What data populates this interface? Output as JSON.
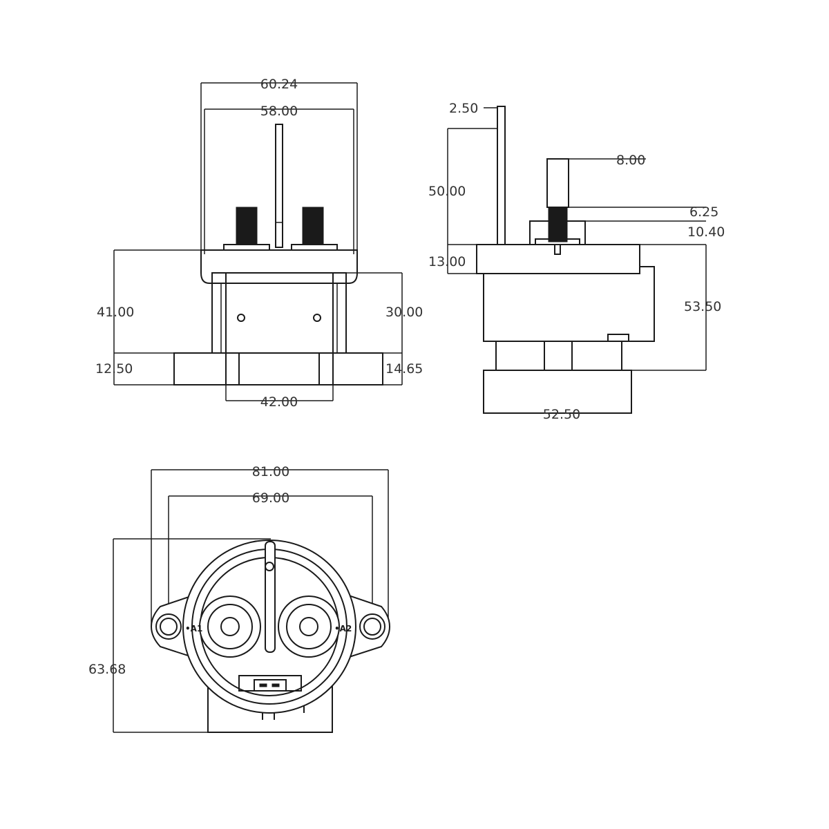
{
  "front_view": {
    "dims": {
      "overall_width": "60.24",
      "cover_width": "58.00",
      "total_height": "41.00",
      "body_height": "30.00",
      "flange_left": "12.50",
      "flange_right": "14.65",
      "base_width": "42.00"
    }
  },
  "side_view": {
    "dims": {
      "tab_thickness": "2.50",
      "tab_height": "50.00",
      "stud_diameter": "8.00",
      "thread_length": "6.25",
      "nut_height": "10.40",
      "flange_height": "13.00",
      "body_height": "53.50",
      "body_depth": "52.50"
    }
  },
  "top_view": {
    "dims": {
      "overall_length": "81.00",
      "hole_spacing": "69.00",
      "height": "63.68"
    },
    "terminals": {
      "left": "•A1",
      "right": "•A2"
    }
  }
}
